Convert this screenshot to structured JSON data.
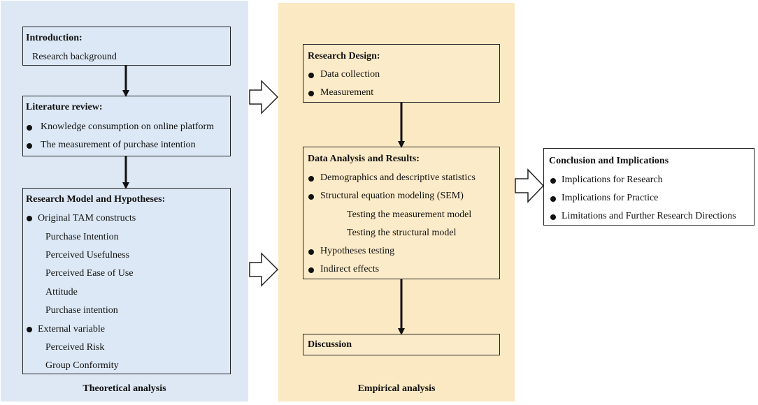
{
  "theoretical": {
    "label": "Theoretical analysis",
    "introduction": {
      "title": "Introduction:",
      "items": [
        "Research background"
      ]
    },
    "literature": {
      "title": "Literature review:",
      "items": [
        "Knowledge consumption on online platform",
        "The measurement of purchase intention"
      ]
    },
    "model": {
      "title": "Research Model and Hypotheses:",
      "items": [
        {
          "text": "Original  TAM constructs",
          "bullet": true
        },
        {
          "text": "Purchase Intention",
          "bullet": false
        },
        {
          "text": "Perceived Usefulness",
          "bullet": false
        },
        {
          "text": "Perceived Ease of Use",
          "bullet": false
        },
        {
          "text": "Attitude",
          "bullet": false
        },
        {
          "text": "Purchase intention",
          "bullet": false
        },
        {
          "text": "External variable",
          "bullet": true
        },
        {
          "text": "Perceived Risk",
          "bullet": false
        },
        {
          "text": "Group Conformity",
          "bullet": false
        }
      ]
    }
  },
  "empirical": {
    "label": "Empirical analysis",
    "design": {
      "title": "Research Design:",
      "items": [
        "Data collection",
        "Measurement"
      ]
    },
    "analysis": {
      "title": "Data Analysis and Results:",
      "items": [
        {
          "text": "Demographics and descriptive statistics",
          "bullet": true
        },
        {
          "text": "Structural equation modeling (SEM)",
          "bullet": true
        },
        {
          "text": "Testing the measurement model",
          "bullet": false
        },
        {
          "text": "Testing the structural model",
          "bullet": false
        },
        {
          "text": " Hypotheses testing",
          "bullet": true
        },
        {
          "text": "Indirect effects",
          "bullet": true
        }
      ]
    },
    "discussion": {
      "title": "Discussion"
    }
  },
  "conclusion": {
    "title": "Conclusion and Implications",
    "items": [
      "Implications for Research",
      "Implications for Practice",
      "Limitations and Further Research Directions"
    ]
  },
  "colors": {
    "left_panel": "#dde8f4",
    "middle_panel": "#fbe9c4",
    "border": "#222222"
  }
}
